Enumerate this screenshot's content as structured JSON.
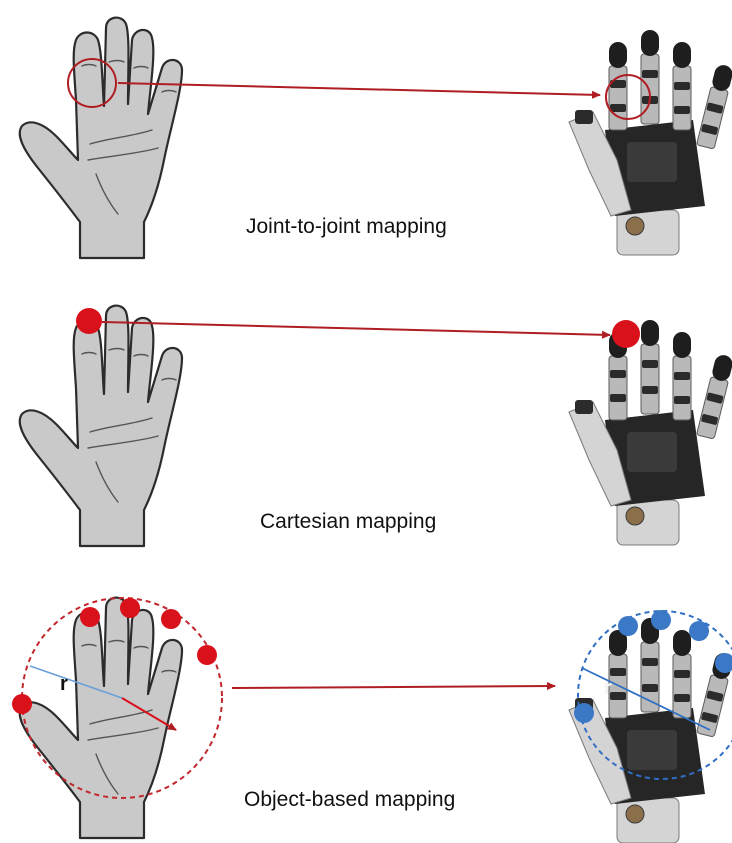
{
  "panels": [
    {
      "caption": "Joint-to-joint mapping"
    },
    {
      "caption": "Cartesian mapping"
    },
    {
      "caption": "Object-based mapping",
      "radius_label": "r"
    }
  ],
  "colors": {
    "arrow": "#b01e23",
    "human_marker": "#d8111a",
    "robot_marker": "#3b78c6",
    "human_sphere": "#c1272d",
    "robot_sphere": "#2f6fc4",
    "human_skin": "#c9c9c9"
  }
}
